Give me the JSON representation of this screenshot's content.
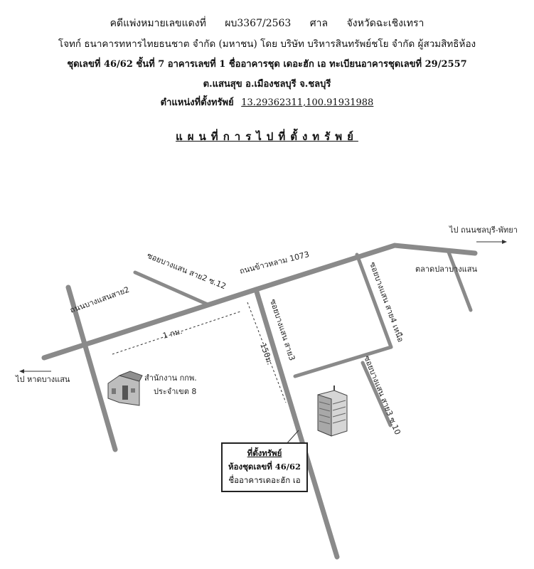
{
  "header": {
    "case_label": "คดีแพ่งหมายเลขแดงที่",
    "case_no": "ผบ3367/2563",
    "court_label": "ศาล",
    "court_name": "จังหวัดฉะเชิงเทรา",
    "parties": "โจทก์ ธนาคารทหารไทยธนชาต จำกัด (มหาชน) โดย บริษัท บริหารสินทรัพย์ชโย จำกัด ผู้สวมสิทธิห้อง",
    "unit_line": "ชุดเลขที่ 46/62 ชั้นที่ 7 อาคารเลขที่ 1 ชื่ออาคารชุด เดอะฮัก เอ ทะเบียนอาคารชุดเลขที่ 29/2557",
    "location_line": "ต.แสนสุข อ.เมืองชลบุรี จ.ชลบุรี",
    "position_label": "ตำแหน่งที่ตั้งทรัพย์",
    "coordinates": "13.29362311,100.91931988"
  },
  "map_title": "แผนที่การไปที่ตั้งทรัพย์",
  "labels": {
    "to_chonburi_pattaya": "ไป ถนนชลบุรี-พัทยา",
    "to_bangsaen_beach": "ไป หาดบางแสน",
    "road_1073": "ถนนข้าวหลาม 1073",
    "soi_sai2_12": "ซอยบางแสน สาย2 ซ.12",
    "road_bangsaen_sai2": "ถนนบางแสนสาย2",
    "soi_sai3": "ซอยบางแสน สาย3",
    "soi_sai4_north": "ซอยบางแสน สาย4 เหนือ",
    "market": "ตลาดปลาบางแสน",
    "soi_sai3_10": "ซอยบางแสน สาย3 ซ.10",
    "distance_1km": "1 กม.",
    "distance_150m": "150ม.",
    "office_line1": "สำนักงาน กกพ.",
    "office_line2": "ประจำเขต 8"
  },
  "callout": {
    "title": "ที่ตั้งทรัพย์",
    "unit": "ห้องชุดเลขที่ 46/62",
    "building": "ชื่ออาคารเดอะฮัก เอ"
  }
}
